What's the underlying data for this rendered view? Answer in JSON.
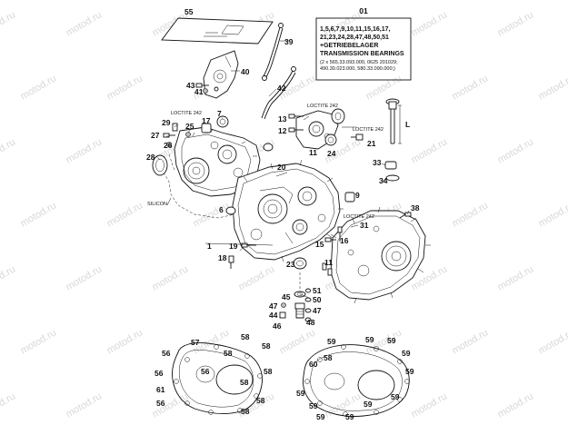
{
  "watermark": "motod.ru",
  "info_box": {
    "number": "01",
    "lines": [
      "1,5,6,7,9,10,11,15,16,17,",
      "21,23,24,28,47,48,50,51",
      "+GETRIEBELAGER",
      "TRANSMISSION BEARINGS"
    ],
    "small_lines": [
      "(2 x 565.33.093.000, 0625 201029;",
      "490.30.023.000, 580.33.090.000;)"
    ]
  },
  "annotations": {
    "loctite_left": "LOCTITE 242",
    "loctite_mid": "LOCTITE 242",
    "loctite_right": "LOCTITE 242",
    "loctite_cover": "LOCTITE 242",
    "silicon": "SILICON",
    "length": "L"
  },
  "labels": [
    "55",
    "39",
    "40",
    "43",
    "41",
    "42",
    "7",
    "29",
    "25",
    "17",
    "27",
    "26",
    "28",
    "13",
    "12",
    "11",
    "24",
    "21",
    "33",
    "34",
    "20",
    "6",
    "9",
    "38",
    "31",
    "16",
    "15",
    "1",
    "19",
    "18",
    "23",
    "11",
    "45",
    "51",
    "50",
    "47",
    "48",
    "44",
    "46",
    "57",
    "56",
    "61",
    "58",
    "59",
    "60"
  ]
}
